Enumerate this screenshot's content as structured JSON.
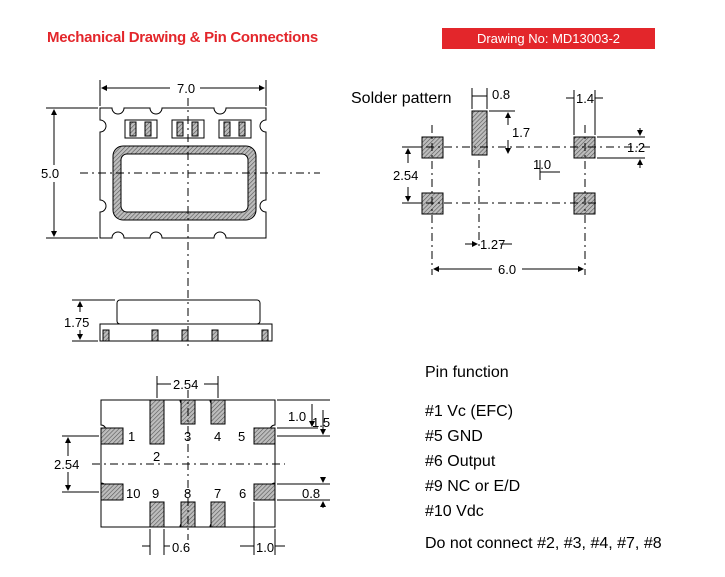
{
  "header": {
    "title": "Mechanical Drawing & Pin Connections",
    "drawing_number": "Drawing No: MD13003-2"
  },
  "top_view": {
    "width_dim": "7.0",
    "height_dim": "5.0"
  },
  "side_view": {
    "height_dim": "1.75"
  },
  "solder_pattern": {
    "title": "Solder pattern",
    "dims": {
      "pad_width": "0.8",
      "pad_small": "1.4",
      "pad_height": "1.7",
      "pad_small_height": "1.2",
      "gap": "1.0",
      "pitch_v": "2.54",
      "pitch_h": "1.27",
      "overall": "6.0"
    }
  },
  "bottom_view": {
    "dims": {
      "pitch_top": "2.54",
      "pitch_left": "2.54",
      "pad_a": "1.0",
      "pad_b": "1.5",
      "pad_c": "0.8",
      "pad_d": "0.6",
      "pad_e": "1.0"
    },
    "pins": [
      "1",
      "2",
      "3",
      "4",
      "5",
      "6",
      "7",
      "8",
      "9",
      "10"
    ]
  },
  "pin_function": {
    "title": "Pin function",
    "items": [
      "#1 Vc (EFC)",
      "#5 GND",
      "#6 Output",
      "#9 NC or E/D",
      "#10 Vdc"
    ],
    "note": "Do not connect #2, #3, #4, #7, #8"
  },
  "colors": {
    "accent": "#e3262b",
    "pad_fill": "#8c8c8c"
  }
}
